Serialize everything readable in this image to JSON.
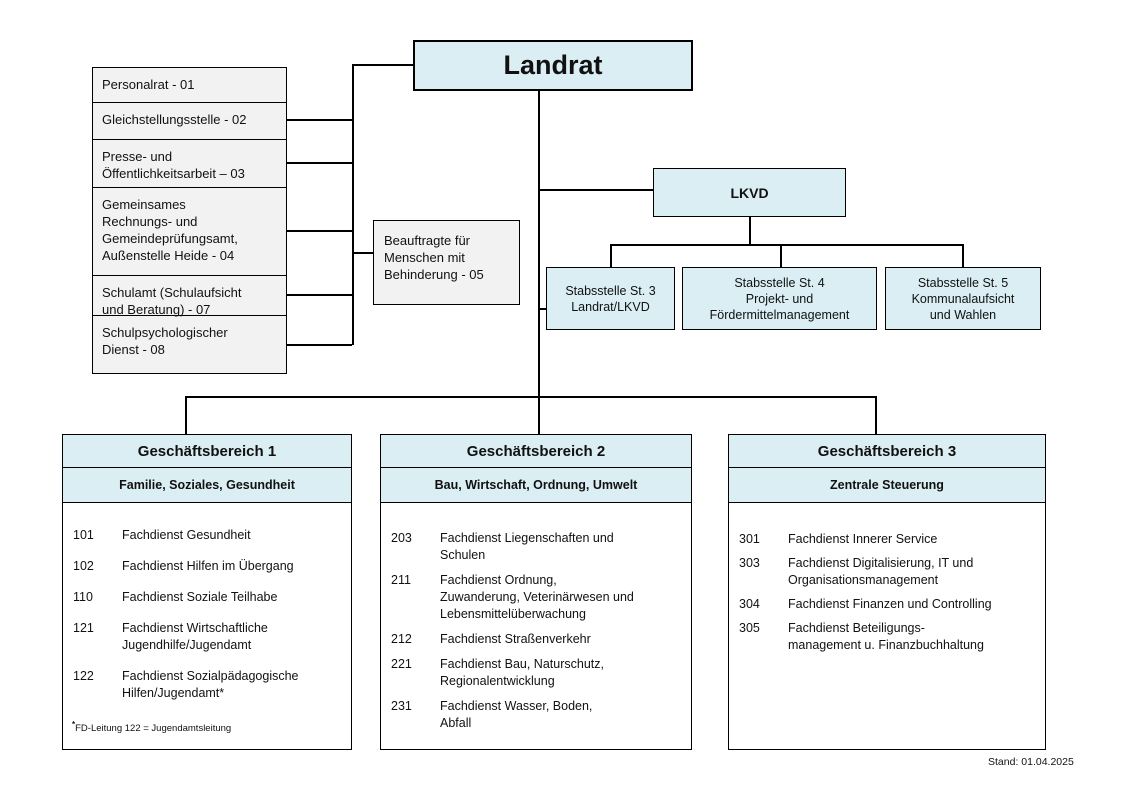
{
  "colors": {
    "accent_blue": "#daeef3",
    "panel_gray": "#f2f2f2",
    "line": "#000000"
  },
  "landrat_label": "Landrat",
  "left_units": [
    {
      "label": "Personalrat - 01"
    },
    {
      "label": "Gleichstellungsstelle - 02"
    },
    {
      "label": "Presse- und\nÖffentlichkeitsarbeit – 03"
    },
    {
      "label": "Gemeinsames\nRechnungs- und\nGemeindeprüfungsamt,\nAußenstelle Heide - 04"
    },
    {
      "label": "Schulamt (Schulaufsicht\nund Beratung) - 07"
    },
    {
      "label": "Schulpsychologischer\nDienst - 08"
    }
  ],
  "beauftragte_label": "Beauftragte für\nMenschen mit\nBehinderung - 05",
  "lkvd_label": "LKVD",
  "stabsstellen": [
    {
      "label": "Stabsstelle St. 3\nLandrat/LKVD"
    },
    {
      "label": "Stabsstelle St. 4\nProjekt- und\nFördermittelmanagement"
    },
    {
      "label": "Stabsstelle St. 5\nKommunalaufsicht\nund Wahlen"
    }
  ],
  "bereiche": [
    {
      "title": "Geschäftsbereich 1",
      "subtitle": "Familie, Soziales, Gesundheit",
      "items": [
        {
          "num": "101",
          "label": "Fachdienst Gesundheit"
        },
        {
          "num": "102",
          "label": "Fachdienst Hilfen im Übergang"
        },
        {
          "num": "110",
          "label": "Fachdienst Soziale Teilhabe"
        },
        {
          "num": "121",
          "label": "Fachdienst Wirtschaftliche\nJugendhilfe/Jugendamt"
        },
        {
          "num": "122",
          "label": "Fachdienst Sozialpädagogische\nHilfen/Jugendamt*"
        }
      ],
      "footnote_marker": "*",
      "footnote_text": "FD-Leitung 122 = Jugendamtsleitung"
    },
    {
      "title": "Geschäftsbereich 2",
      "subtitle": "Bau, Wirtschaft, Ordnung, Umwelt",
      "items": [
        {
          "num": "203",
          "label": "Fachdienst Liegenschaften und\nSchulen"
        },
        {
          "num": "211",
          "label": "Fachdienst Ordnung,\nZuwanderung, Veterinärwesen und\nLebensmittelüberwachung"
        },
        {
          "num": "212",
          "label": "Fachdienst Straßenverkehr"
        },
        {
          "num": "221",
          "label": "Fachdienst Bau, Naturschutz,\nRegionalentwicklung"
        },
        {
          "num": "231",
          "label": "Fachdienst Wasser, Boden,\nAbfall"
        }
      ]
    },
    {
      "title": "Geschäftsbereich 3",
      "subtitle": "Zentrale Steuerung",
      "items": [
        {
          "num": "301",
          "label": "Fachdienst Innerer Service"
        },
        {
          "num": "303",
          "label": "Fachdienst Digitalisierung, IT und\nOrganisationsmanagement"
        },
        {
          "num": "304",
          "label": "Fachdienst Finanzen und Controlling"
        },
        {
          "num": "305",
          "label": "Fachdienst Beteiligungs-\nmanagement u. Finanzbuchhaltung"
        }
      ]
    }
  ],
  "stand_label": "Stand: 01.04.2025"
}
